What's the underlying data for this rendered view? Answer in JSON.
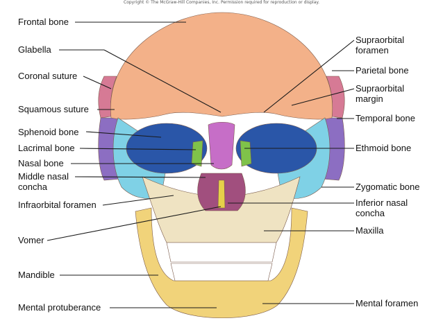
{
  "copyright": "Copyright © The McGraw-Hill Companies, Inc. Permission required for reproduction or display.",
  "colors": {
    "frontal": "#f3b189",
    "parietal": "#d67a95",
    "temporal": "#8c6ec2",
    "sphenoid": "#7fd1e6",
    "ethmoid": "#7fc24a",
    "nasal": "#c66ec7",
    "lacrimal": "#5ea83a",
    "zygomatic": "#7fd1e6",
    "maxilla": "#efe3c2",
    "mandible": "#f1d37a",
    "vomer": "#e6d04a",
    "orbit": "#2a56a8"
  },
  "labels_left": [
    "Frontal bone",
    "Glabella",
    "Coronal suture",
    "Squamous suture",
    "Sphenoid bone",
    "Lacrimal bone",
    "Nasal bone",
    "Middle nasal",
    "concha",
    "Infraorbital foramen",
    "Vomer",
    "Mandible",
    "Mental protuberance"
  ],
  "labels_right": [
    "Supraorbital",
    "foramen",
    "Parietal bone",
    "Supraorbital",
    "margin",
    "Temporal bone",
    "Ethmoid bone",
    "Zygomatic bone",
    "Inferior nasal",
    "concha",
    "Maxilla",
    "Mental foramen"
  ]
}
